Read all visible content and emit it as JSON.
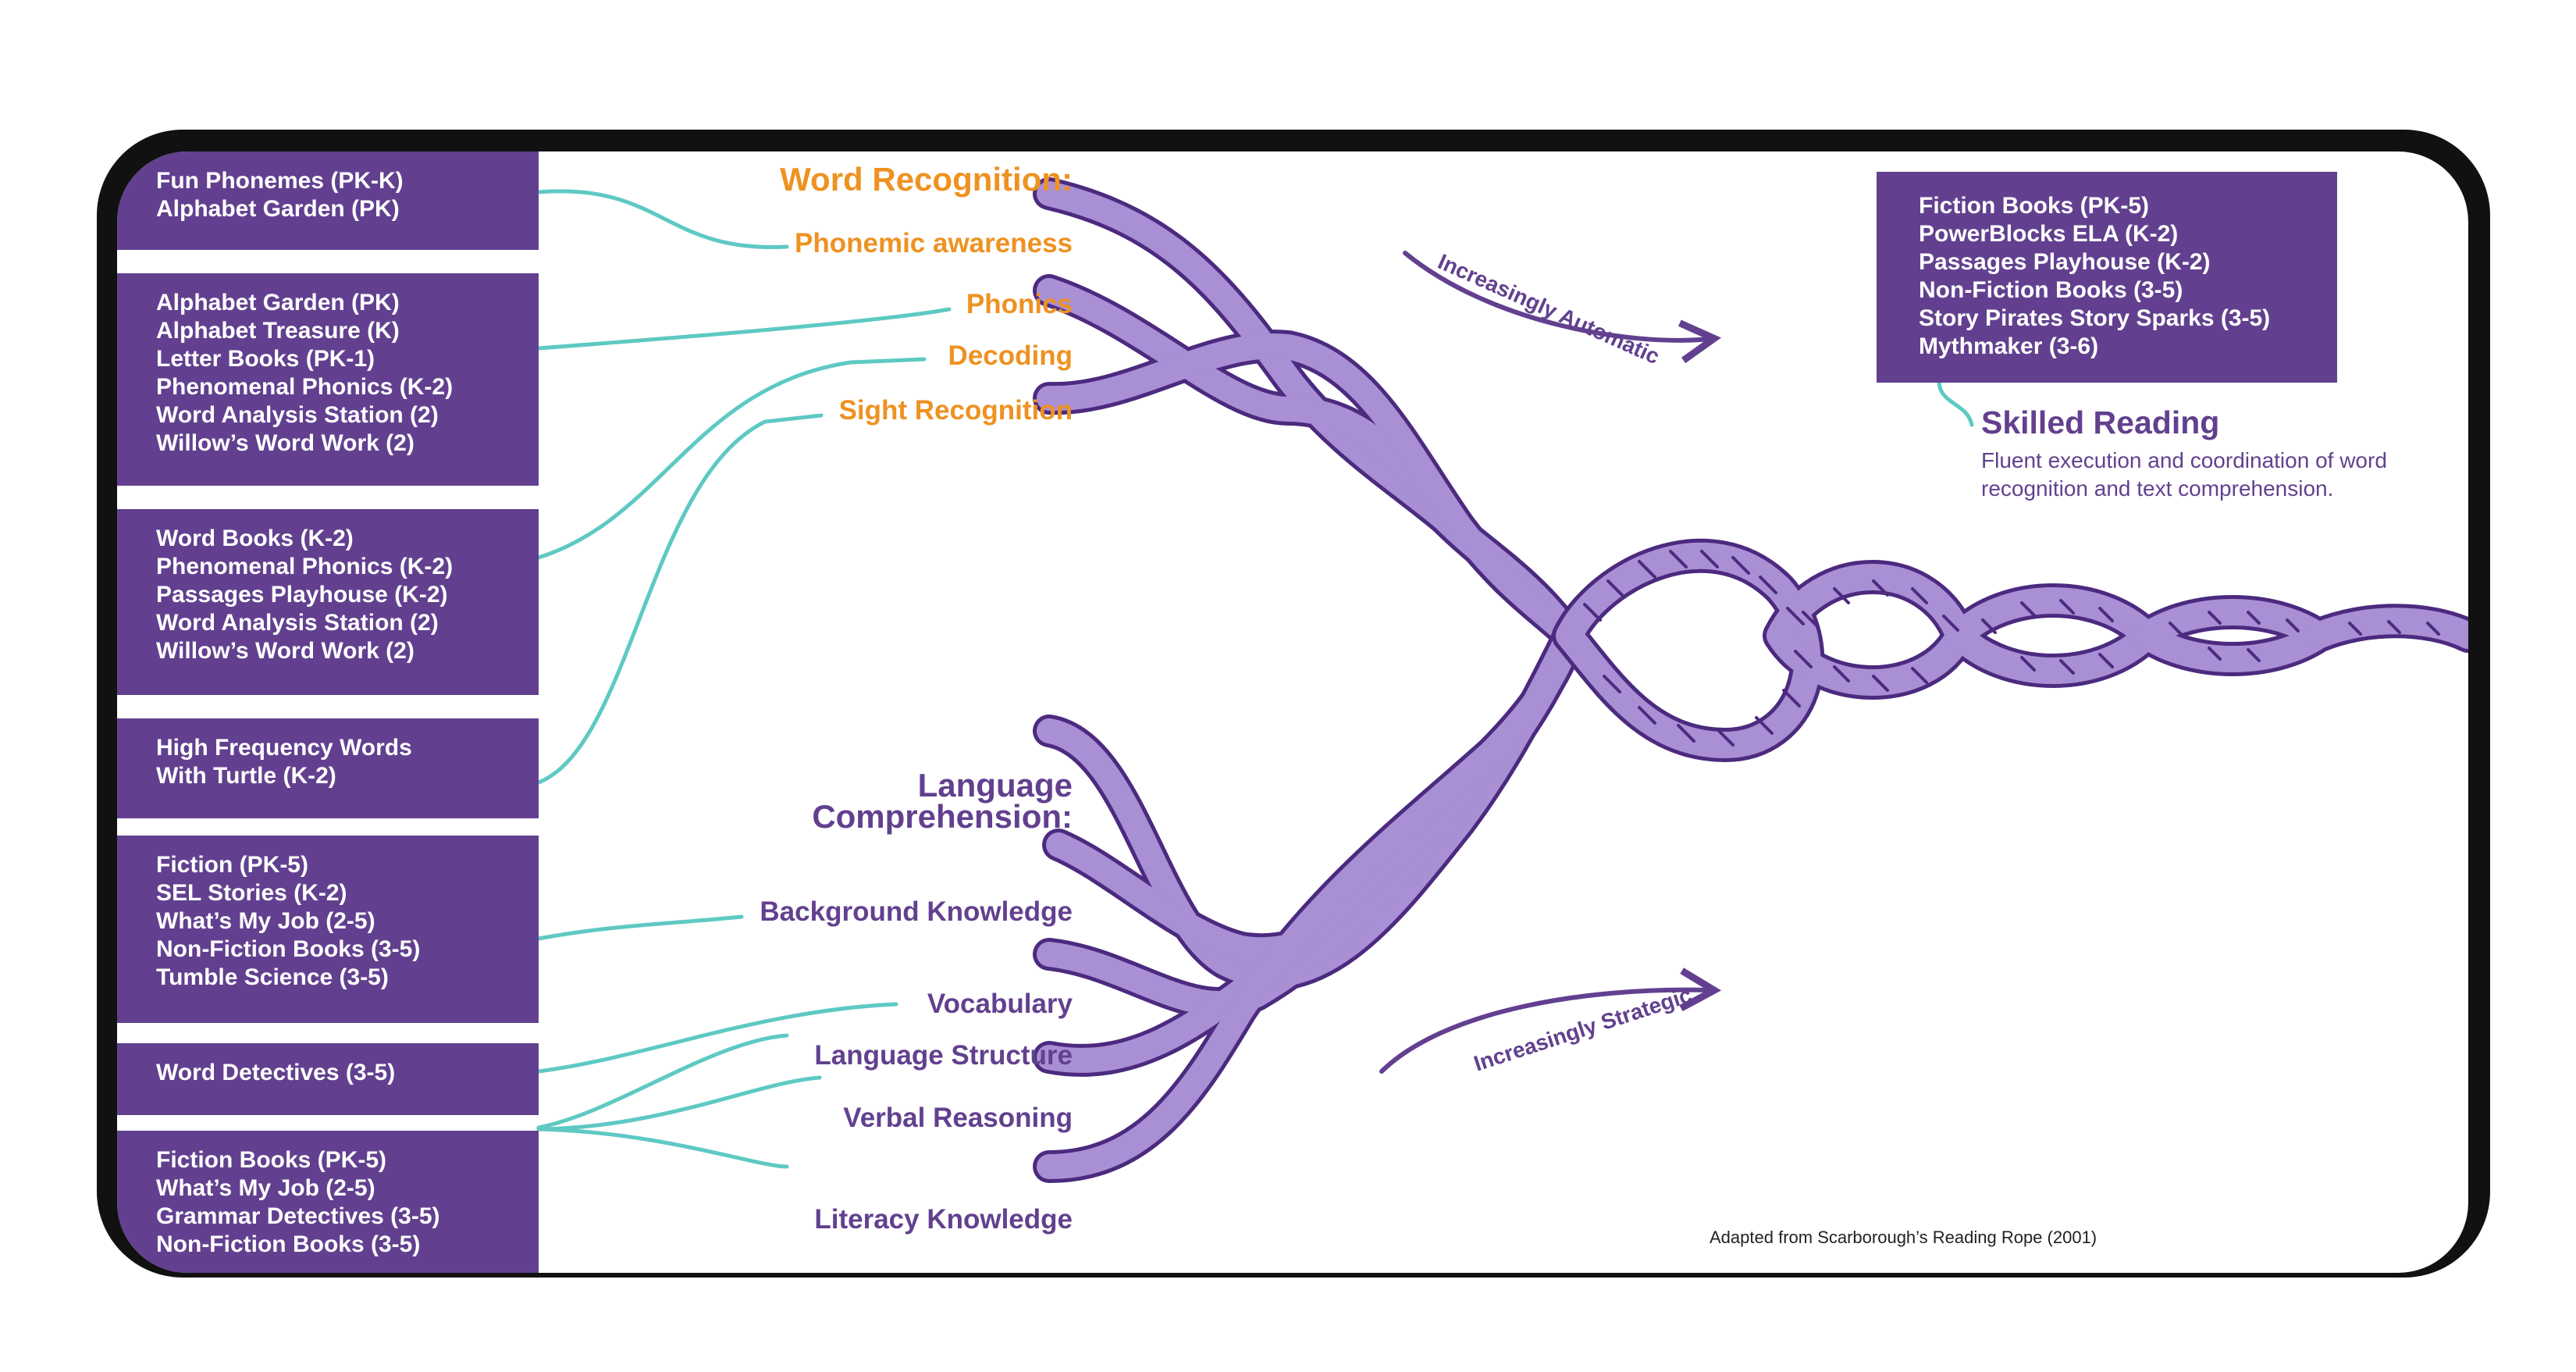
{
  "left_boxes": [
    {
      "lines": [
        "Fun Phonemes (PK-K)",
        "Alphabet Garden (PK)"
      ]
    },
    {
      "lines": [
        "Alphabet Garden (PK)",
        "Alphabet Treasure (K)",
        "Letter Books (PK-1)",
        "Phenomenal Phonics (K-2)",
        "Word Analysis Station (2)",
        "Willow’s Word Work (2)"
      ]
    },
    {
      "lines": [
        "Word Books (K-2)",
        "Phenomenal Phonics (K-2)",
        "Passages Playhouse (K-2)",
        "Word Analysis Station (2)",
        "Willow’s Word Work (2)"
      ]
    },
    {
      "lines": [
        "High Frequency Words",
        "With Turtle (K-2)"
      ]
    },
    {
      "lines": [
        "Fiction (PK-5)",
        "SEL Stories (K-2)",
        "What’s My Job (2-5)",
        "Non-Fiction Books (3-5)",
        "Tumble Science (3-5)"
      ]
    },
    {
      "lines": [
        "Word Detectives (3-5)"
      ]
    },
    {
      "lines": [
        "Fiction Books (PK-5)",
        "What’s My Job (2-5)",
        "Grammar Detectives (3-5)",
        "Non-Fiction Books (3-5)"
      ]
    }
  ],
  "word_recognition": {
    "heading": "Word Recognition:",
    "strands": [
      "Phonemic awareness",
      "Phonics",
      "Decoding",
      "Sight Recognition"
    ]
  },
  "language_comprehension": {
    "heading_line1": "Language",
    "heading_line2": "Comprehension:",
    "strands": [
      "Background Knowledge",
      "Vocabulary",
      "Language Structure",
      "Verbal Reasoning",
      "Literacy Knowledge"
    ]
  },
  "arrows": {
    "automatic": "Increasingly Automatic",
    "strategic": "Increasingly Strategic"
  },
  "skilled_reading": {
    "box_lines": [
      "Fiction Books (PK-5)",
      "PowerBlocks ELA (K-2)",
      "Passages Playhouse (K-2)",
      "Non-Fiction Books (3-5)",
      "Story Pirates Story Sparks (3-5)",
      "Mythmaker (3-6)"
    ],
    "title": "Skilled Reading",
    "description": "Fluent execution and coordination of word recognition and text comprehension."
  },
  "credit": "Adapted from Scarborough’s Reading Rope (2001)",
  "colors": {
    "purple": "#62408f",
    "orange": "#ee9222",
    "teal": "#5ec9c3",
    "rope_fill": "#a98fd4",
    "rope_stroke": "#4b2a7f"
  }
}
